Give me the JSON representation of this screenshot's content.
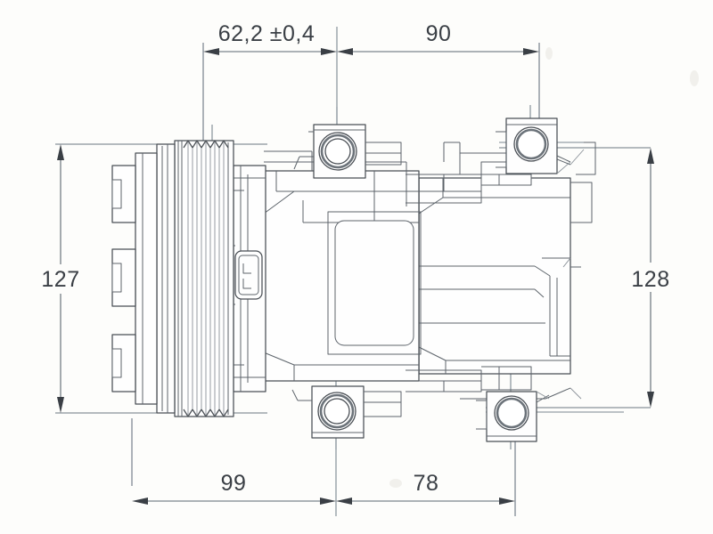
{
  "drawing": {
    "title": "Air conditioning compressor outline drawing",
    "view": "side elevation",
    "units": "mm",
    "background_color": "#fdfdfb",
    "line_color": "#4a4f55",
    "dimension_text_color": "#3a3f45"
  },
  "dimensions": {
    "top_left": {
      "label": "62,2 ±0,4",
      "value": 62.2,
      "tolerance": "±0,4"
    },
    "top_right": {
      "label": "90",
      "value": 90
    },
    "left": {
      "label": "127",
      "value": 127
    },
    "right": {
      "label": "128",
      "value": 128
    },
    "bottom_left": {
      "label": "99",
      "value": 99
    },
    "bottom_right": {
      "label": "78",
      "value": 78
    }
  },
  "components": {
    "pulley": {
      "name": "V-ribbed pulley",
      "groove_count": 6
    },
    "clutch_plate": {
      "name": "clutch front plate",
      "tab_count": 3
    },
    "connector": {
      "name": "electrical connector",
      "pin_count": 2
    },
    "name_plate": {
      "name": "identification label plate"
    },
    "mounting_bosses": [
      {
        "position": "top-left",
        "type": "counterbored"
      },
      {
        "position": "top-right",
        "type": "plain"
      },
      {
        "position": "bottom-left",
        "type": "counterbored"
      },
      {
        "position": "bottom-right",
        "type": "plain"
      }
    ],
    "rear_housing": {
      "name": "rear head / discharge housing"
    }
  }
}
